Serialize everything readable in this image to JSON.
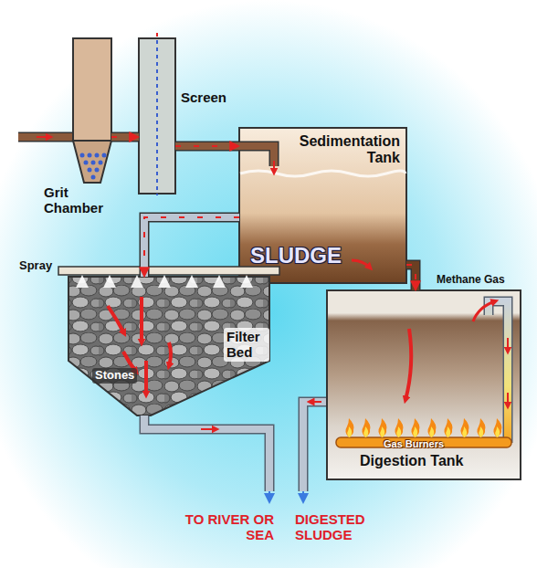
{
  "diagram": {
    "nodes": [
      {
        "text": [
          "Grit Chamber"
        ]
      },
      {
        "text": [
          "Screen"
        ]
      },
      {
        "text": [
          "Sedimentation Tank",
          "SLUDGE"
        ]
      },
      {
        "text": [
          "Spray",
          "Filter Bed",
          "Stones"
        ]
      },
      {
        "text": [
          "Gas Burners",
          "Digestion Tank"
        ]
      }
    ],
    "edges": [
      {
        "from": 0,
        "to": 1,
        "arrow": "to"
      },
      {
        "from": 1,
        "to": 2,
        "arrow": "to"
      },
      {
        "from": 2,
        "to": 3,
        "arrow": "to"
      },
      {
        "from": 2,
        "to": 4,
        "arrow": "to"
      }
    ],
    "labels": [
      "Methane Gas",
      "TO RIVER OR SEA",
      "DIGESTED SLUDGE"
    ]
  }
}
